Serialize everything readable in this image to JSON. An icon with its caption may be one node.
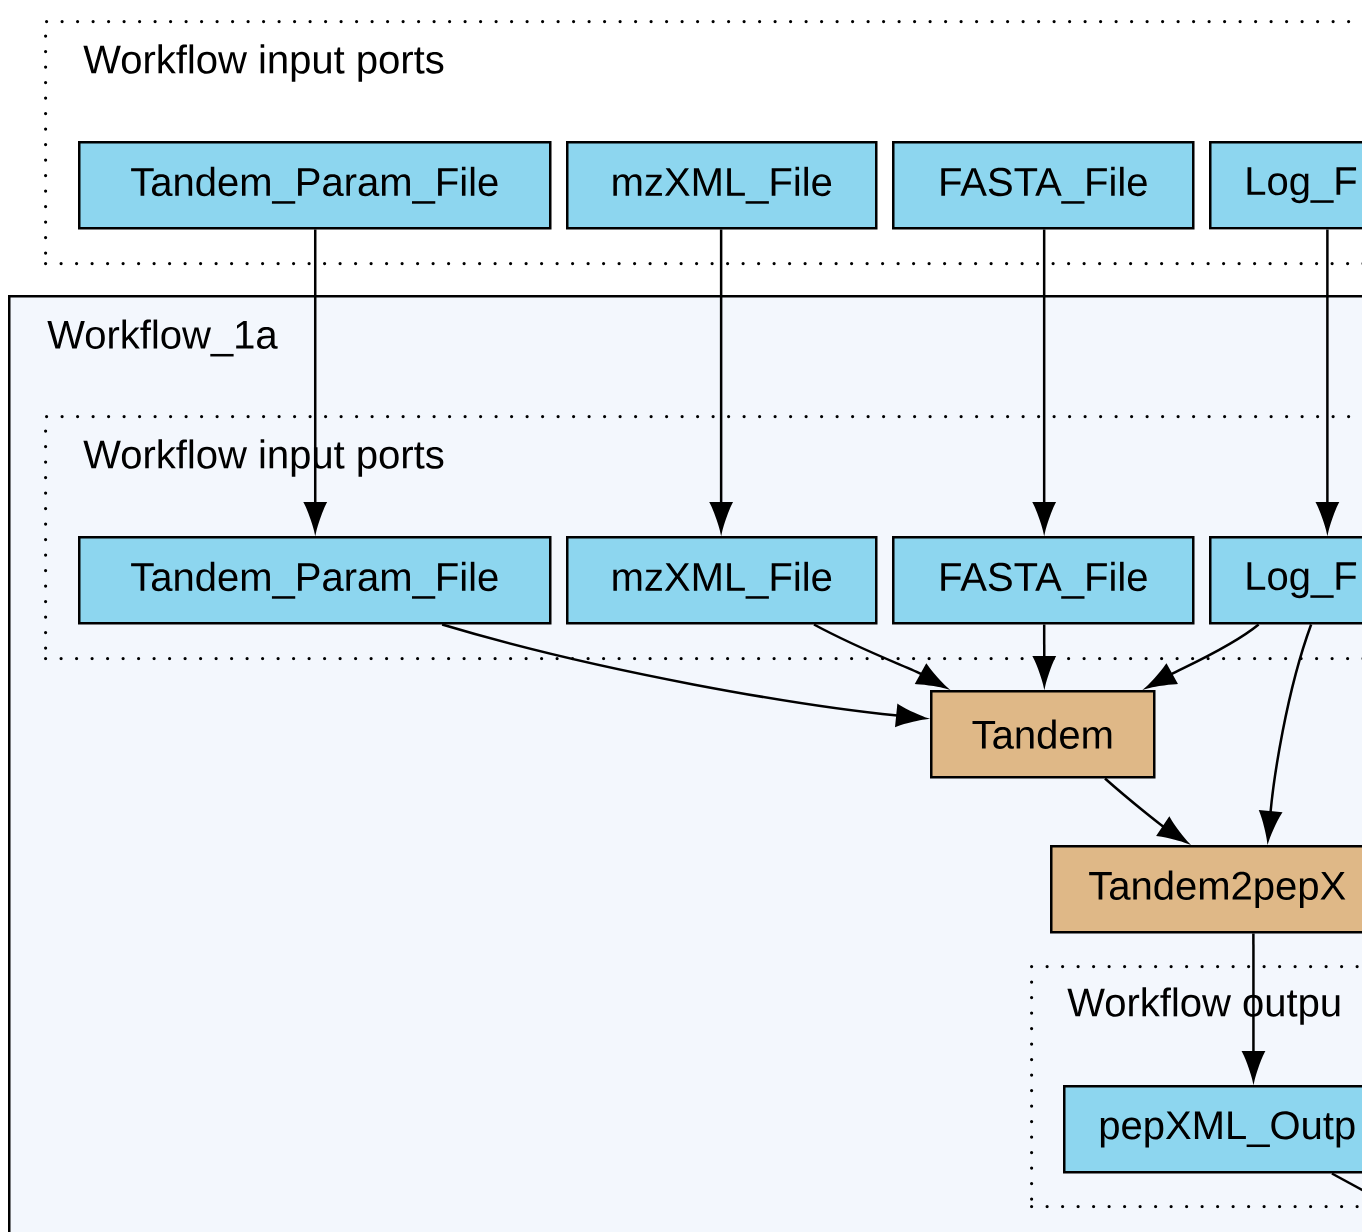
{
  "diagram": {
    "nodes": [
      {
        "text": [
          "Workflow input ports"
        ]
      },
      {
        "text": [
          "Tandem_Param_File"
        ],
        "in": 0
      },
      {
        "text": [
          "mzXML_File"
        ],
        "in": 0
      },
      {
        "text": [
          "FASTA_File"
        ],
        "in": 0
      },
      {
        "text": [
          "Log_F"
        ],
        "in": 0
      },
      {
        "text": [
          "Workflow_1a"
        ]
      },
      {
        "text": [
          "Workflow input ports"
        ],
        "in": 5
      },
      {
        "text": [
          "Tandem_Param_File"
        ],
        "in": 6
      },
      {
        "text": [
          "mzXML_File"
        ],
        "in": 6
      },
      {
        "text": [
          "FASTA_File"
        ],
        "in": 6
      },
      {
        "text": [
          "Log_F"
        ],
        "in": 6
      },
      {
        "text": [
          "Tandem"
        ],
        "in": 5
      },
      {
        "text": [
          "Tandem2pepX"
        ],
        "in": 5
      },
      {
        "text": [
          "Workflow outpu"
        ],
        "in": 5
      },
      {
        "text": [
          "pepXML_Outp"
        ],
        "in": 13
      }
    ],
    "edges": [
      {
        "from": 1,
        "to": 7,
        "arrow": "to"
      },
      {
        "from": 2,
        "to": 8,
        "arrow": "to"
      },
      {
        "from": 3,
        "to": 9,
        "arrow": "to"
      },
      {
        "from": 4,
        "to": 10,
        "arrow": "to"
      },
      {
        "from": 7,
        "to": 11,
        "arrow": "to"
      },
      {
        "from": 8,
        "to": 11,
        "arrow": "to"
      },
      {
        "from": 9,
        "to": 11,
        "arrow": "to"
      },
      {
        "from": 10,
        "to": 11,
        "arrow": "to"
      },
      {
        "from": 10,
        "to": 12,
        "arrow": "to"
      },
      {
        "from": 11,
        "to": 12,
        "arrow": "to"
      },
      {
        "from": 12,
        "to": 14,
        "arrow": "to"
      },
      {
        "from": 14,
        "to": null,
        "arrow": "none"
      }
    ]
  }
}
